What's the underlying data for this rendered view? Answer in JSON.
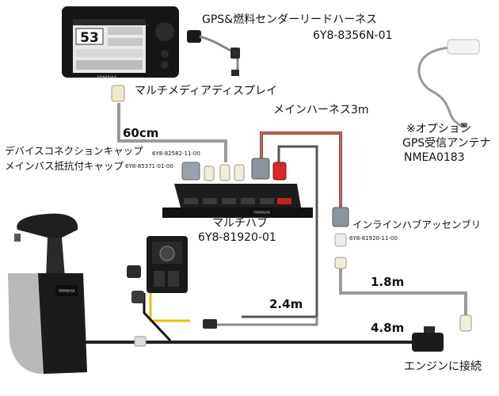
{
  "labels": {
    "gps_fuel_harness_name": "GPS&燃料センダーリードハーネス",
    "gps_fuel_harness_part": "6Y8-8356N-01",
    "multimedia_display": "マルチメディアディスプレイ",
    "main_harness": "メインハーネス3m",
    "option_note": "※オプション",
    "gps_antenna": "GPS受信アンテナ",
    "nmea": "NMEA0183",
    "length_60cm": "60cm",
    "device_cap": "デバイスコネクションキャップ",
    "mainbus_cap": "メインバス抵抗付キャップ",
    "part_82582": "6Y8-82582-11-00",
    "part_85371": "6Y8-85371-01-00",
    "multi_hub_name": "マルチハブ",
    "multi_hub_part": "6Y8-81920-01",
    "inline_hub_assy": "インラインハブアッセンブリ",
    "part_81920_11": "6Y8-81920-11-00",
    "length_1_8m": "1.8m",
    "length_2_4m": "2.4m",
    "length_4_8m": "4.8m",
    "engine_connect": "エンジンに接続",
    "display_big_number": "53",
    "display_brand": "YAMAHA",
    "lever_brand": "YAMAHA",
    "hub_brand": "YAMAHA"
  }
}
